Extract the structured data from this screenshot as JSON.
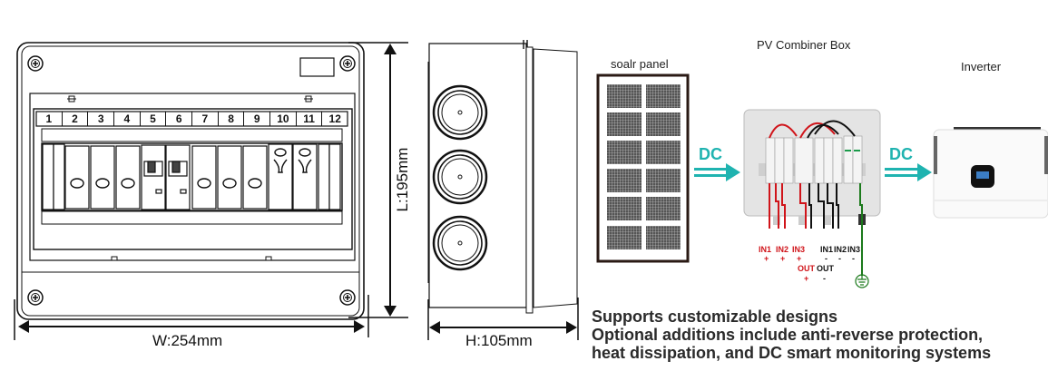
{
  "front_view": {
    "slot_numbers": [
      "1",
      "2",
      "3",
      "4",
      "5",
      "6",
      "7",
      "8",
      "9",
      "10",
      "11",
      "12"
    ],
    "width_label": "W:254mm",
    "length_label": "L:195mm"
  },
  "side_view": {
    "height_label": "H:105mm"
  },
  "wiring_diagram": {
    "solar_panel_label": "soalr panel",
    "combiner_box_label": "PV Combiner Box",
    "inverter_label": "Inverter",
    "flow_labels": [
      "DC",
      "DC"
    ],
    "positive_inputs": [
      "IN1",
      "IN2",
      "IN3"
    ],
    "positive_sign": "+",
    "negative_inputs": [
      "IN1",
      "IN2",
      "IN3"
    ],
    "negative_sign": "-",
    "output_positive": "OUT",
    "output_negative": "OUT",
    "ground_icon": "ground-icon"
  },
  "colors": {
    "dc_arrow": "#1fb3b0",
    "positive_wire": "#d0141a",
    "negative_wire": "#111111",
    "ground_wire": "#1c7a1c"
  },
  "notes": [
    "Supports customizable designs",
    "Optional additions include anti-reverse protection,",
    "heat dissipation, and DC smart monitoring systems"
  ]
}
